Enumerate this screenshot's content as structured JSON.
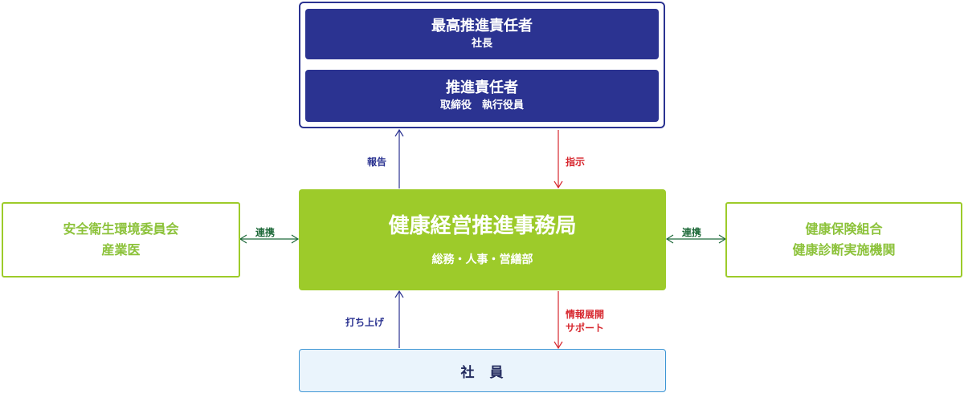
{
  "leadership": {
    "top": {
      "title": "最高推進責任者",
      "subtitle": "社長"
    },
    "second": {
      "title": "推進責任者",
      "subtitle": "取締役　執行役員"
    }
  },
  "office": {
    "title": "健康経営推進事務局",
    "subtitle": "総務・人事・営繕部"
  },
  "left_partner": {
    "line1": "安全衛生環境委員会",
    "line2": "産業医"
  },
  "right_partner": {
    "line1": "健康保険組合",
    "line2": "健康診断実施機関"
  },
  "employees": {
    "label": "社　員"
  },
  "labels": {
    "report": "報告",
    "instruct": "指示",
    "coordinate_left": "連携",
    "coordinate_right": "連携",
    "raise": "打ち上げ",
    "info_line1": "情報展開",
    "info_line2": "サポート"
  },
  "colors": {
    "navy": "#2b3391",
    "green": "#9dcb2a",
    "red": "#d7282f",
    "blue_border": "#3d96d5",
    "employee_fill": "#eaf4fc"
  }
}
